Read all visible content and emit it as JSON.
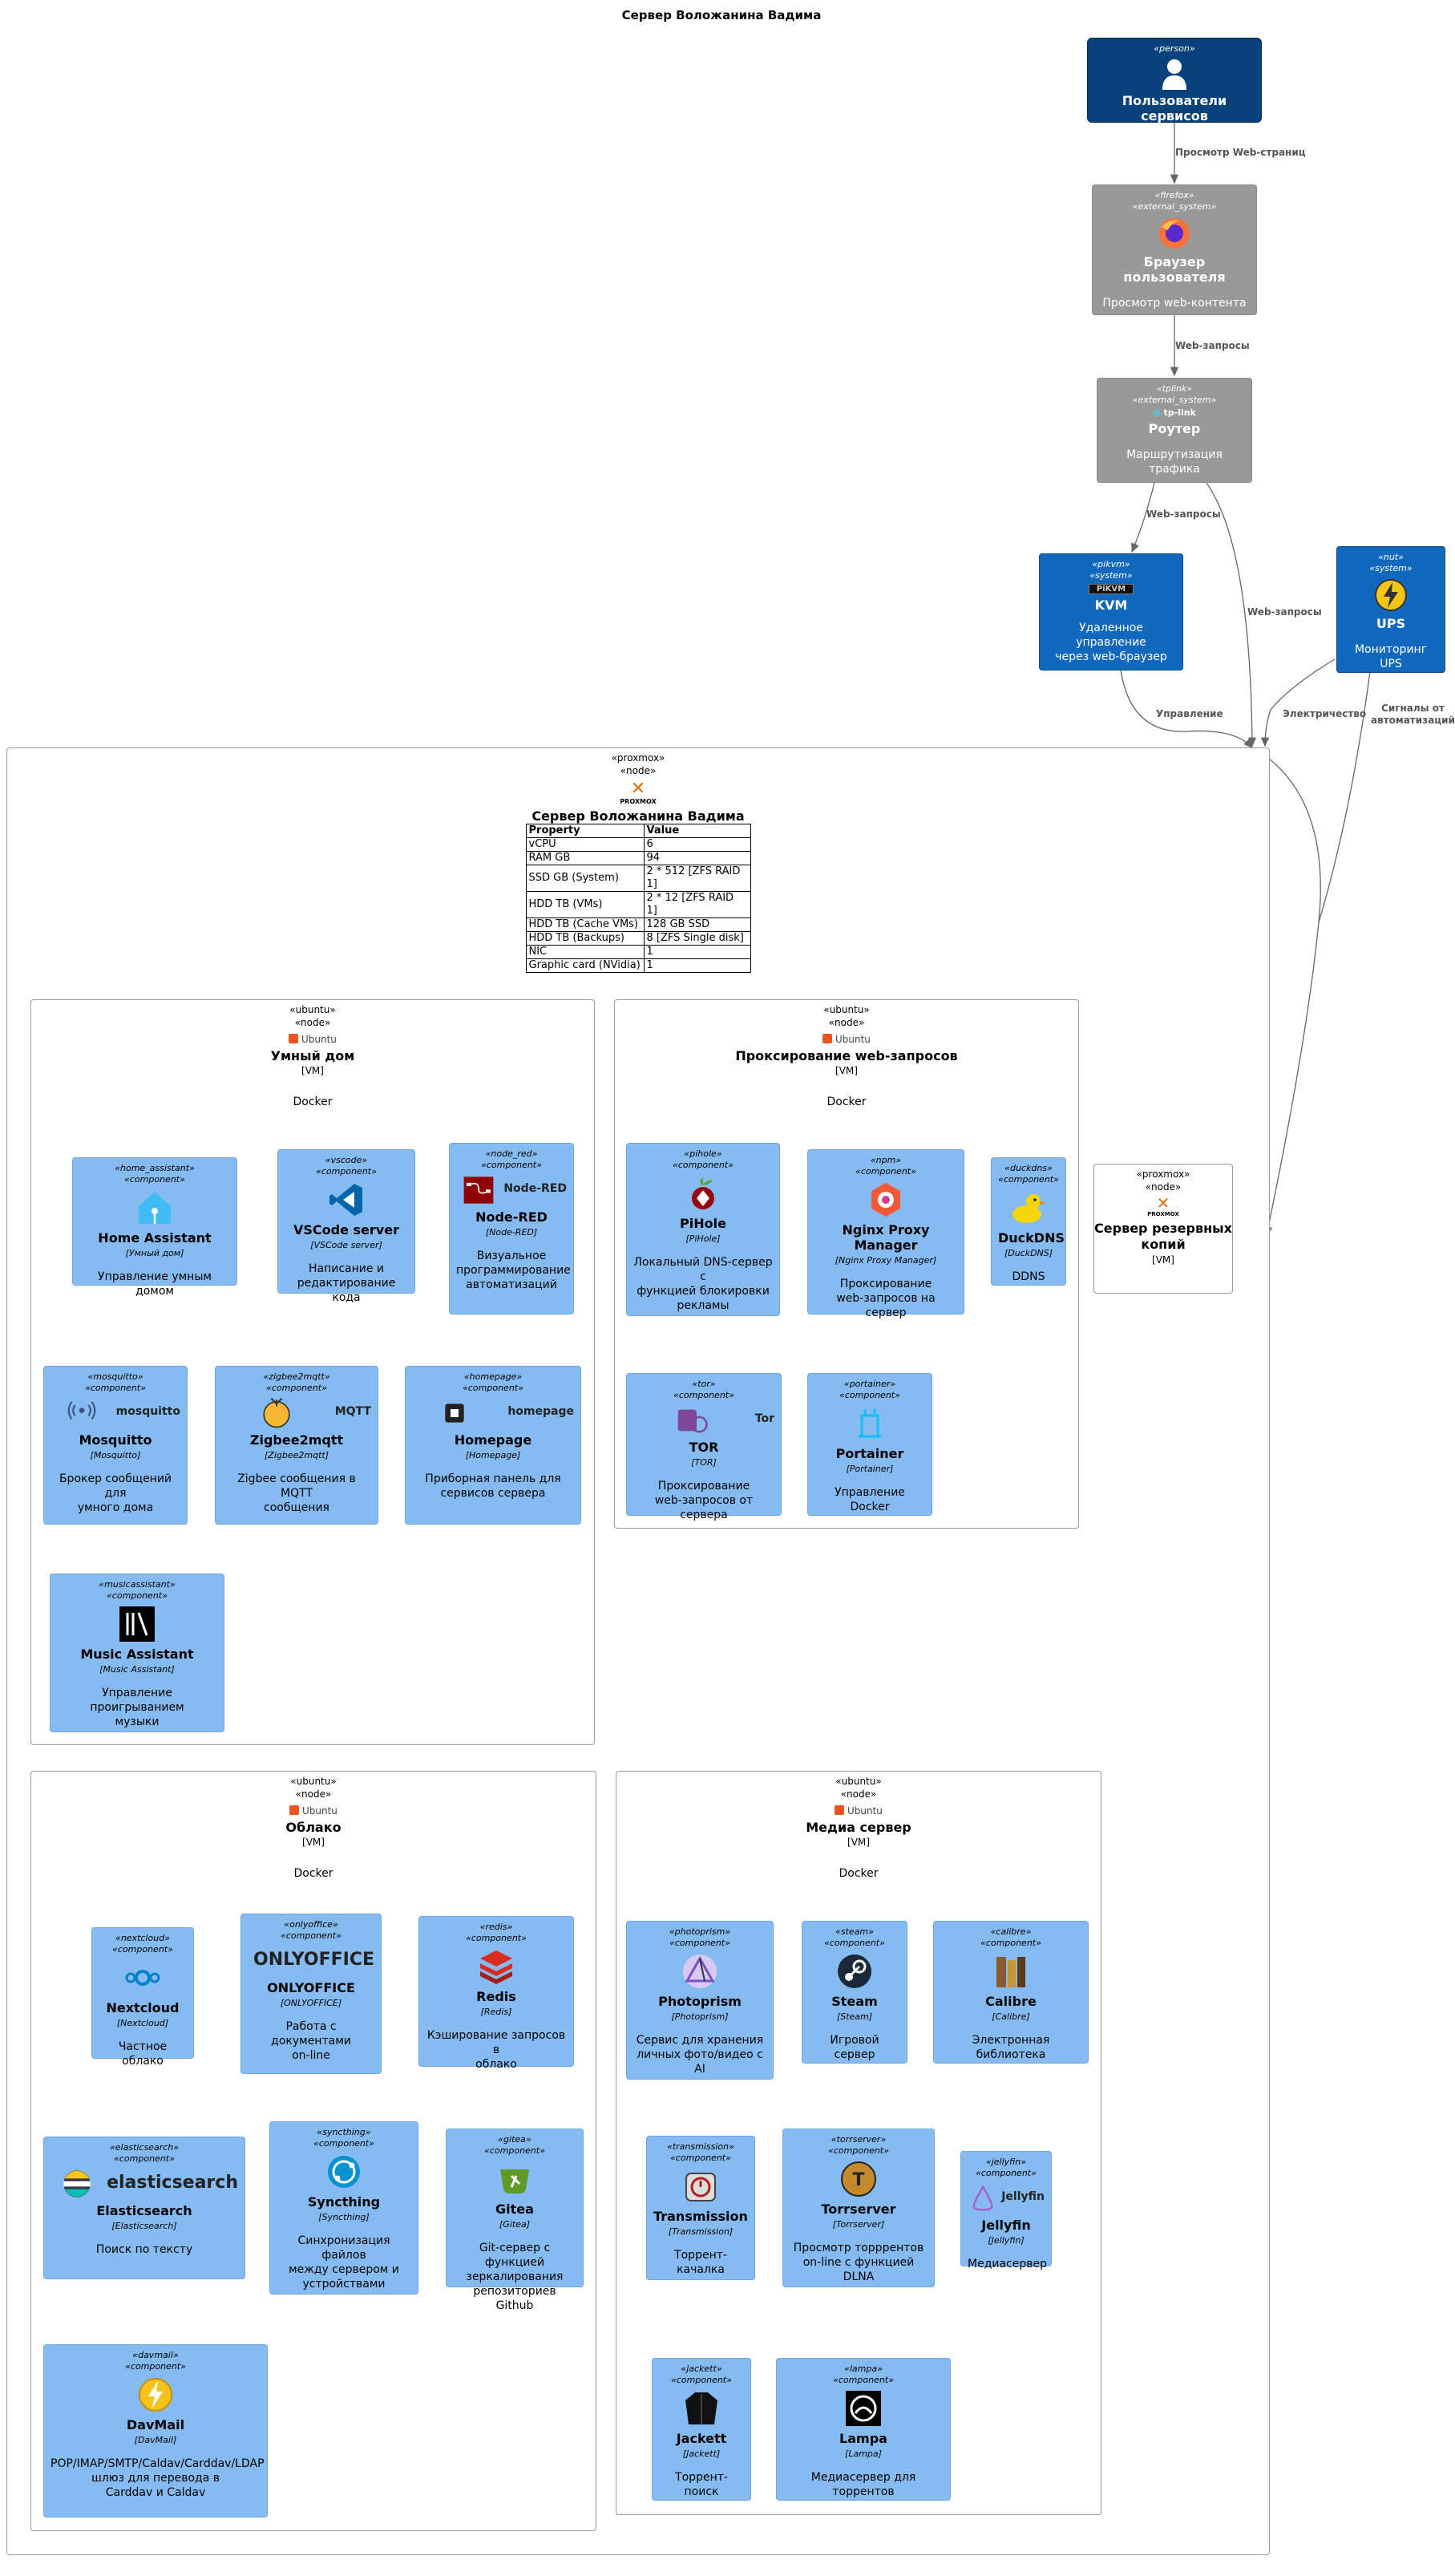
{
  "title": "Сервер Воложанина Вадима",
  "users": {
    "stereo": "«person»",
    "name": "Пользователи сервисов"
  },
  "browser": {
    "stereo": [
      "«firefox»",
      "«external_system»"
    ],
    "name": "Браузер пользователя",
    "desc": "Просмотр web-контента"
  },
  "router": {
    "stereo": [
      "«tplink»",
      "«external_system»"
    ],
    "logo": "tp-link",
    "name": "Роутер",
    "desc": "Маршрутизация трафика"
  },
  "kvm": {
    "stereo": [
      "«pikvm»",
      "«system»"
    ],
    "logo": "PiKVM",
    "name": "KVM",
    "desc": [
      "Удаленное управление",
      "через web-браузер"
    ]
  },
  "ups": {
    "stereo": [
      "«nut»",
      "«system»"
    ],
    "name": "UPS",
    "desc": "Мониторинг UPS"
  },
  "edges": {
    "view_web": "Просмотр Web-страниц",
    "web_req1": "Web-запросы",
    "web_req2": "Web-запросы",
    "web_req3": "Web-запросы",
    "control": "Управление",
    "power": "Электричество",
    "signals": [
      "Сигналы от",
      "автоматизаций"
    ]
  },
  "proxmox": {
    "stereo": [
      "«proxmox»",
      "«node»"
    ],
    "logo": "PROXMOX",
    "name": "Сервер Воложанина Вадима",
    "table_head": [
      "Property",
      "Value"
    ],
    "table": [
      [
        "vCPU",
        "6"
      ],
      [
        "RAM GB",
        "94"
      ],
      [
        "SSD GB (System)",
        "2 * 512 [ZFS RAID 1]"
      ],
      [
        "HDD TB (VMs)",
        "2 * 12 [ZFS RAID 1]"
      ],
      [
        "HDD TB (Cache VMs)",
        "128 GB SSD"
      ],
      [
        "HDD TB (Backups)",
        "8 [ZFS Single disk]"
      ],
      [
        "NIC",
        "1"
      ],
      [
        "Graphic card (NVidia)",
        "1"
      ]
    ]
  },
  "backup": {
    "stereo": [
      "«proxmox»",
      "«node»"
    ],
    "logo": "PROXMOX",
    "name": [
      "Сервер резервных",
      "копий"
    ],
    "type": "[VM]"
  },
  "vms": [
    {
      "stereo": [
        "«ubuntu»",
        "«node»"
      ],
      "logo": "Ubuntu",
      "name": "Умный дом",
      "type": "[VM]",
      "docker": "Docker"
    },
    {
      "stereo": [
        "«ubuntu»",
        "«node»"
      ],
      "logo": "Ubuntu",
      "name": "Проксирование web-запросов",
      "type": "[VM]",
      "docker": "Docker"
    },
    {
      "stereo": [
        "«ubuntu»",
        "«node»"
      ],
      "logo": "Ubuntu",
      "name": "Облако",
      "type": "[VM]",
      "docker": "Docker"
    },
    {
      "stereo": [
        "«ubuntu»",
        "«node»"
      ],
      "logo": "Ubuntu",
      "name": "Медиа сервер",
      "type": "[VM]",
      "docker": "Docker"
    }
  ],
  "components": [
    {
      "stereo": [
        "«home_assistant»",
        "«component»"
      ],
      "name": "Home Assistant",
      "tech": "[Умный дом]",
      "desc": [
        "Управление умным домом"
      ],
      "icon": "home-assistant-icon",
      "color": "#41bdf5"
    },
    {
      "stereo": [
        "«vscode»",
        "«component»"
      ],
      "name": "VSCode server",
      "tech": "[VSCode server]",
      "desc": [
        "Написание и",
        "редактирование кода"
      ],
      "icon": "vscode-icon",
      "color": "#0065a9"
    },
    {
      "stereo": [
        "«node_red»",
        "«component»"
      ],
      "name": "Node-RED",
      "tech": "[Node-RED]",
      "desc": [
        "Визуальное",
        "программирование",
        "автоматизаций"
      ],
      "icon": "node-red-icon",
      "color": "#8f0000",
      "logo": "Node-RED"
    },
    {
      "stereo": [
        "«mosquitto»",
        "«component»"
      ],
      "name": "Mosquitto",
      "tech": "[Mosquitto]",
      "desc": [
        "Брокер сообщений для",
        "умного дома"
      ],
      "icon": "mosquitto-icon",
      "color": "#3c5280",
      "logo": "mosquitto"
    },
    {
      "stereo": [
        "«zigbee2mqtt»",
        "«component»"
      ],
      "name": "Zigbee2mqtt",
      "tech": "[Zigbee2mqtt]",
      "desc": [
        "Zigbee сообщения в MQTT",
        "сообщения"
      ],
      "icon": "zigbee2mqtt-icon",
      "color": "#f5b731",
      "logo": "MQTT"
    },
    {
      "stereo": [
        "«homepage»",
        "«component»"
      ],
      "name": "Homepage",
      "tech": "[Homepage]",
      "desc": [
        "Приборная панель для",
        "сервисов сервера"
      ],
      "icon": "homepage-icon",
      "color": "#222222",
      "logo": "homepage"
    },
    {
      "stereo": [
        "«musicassistant»",
        "«component»"
      ],
      "name": "Music Assistant",
      "tech": "[Music Assistant]",
      "desc": [
        "Управление проигрыванием",
        "музыки"
      ],
      "icon": "music-assistant-icon",
      "color": "#000000"
    },
    {
      "stereo": [
        "«pihole»",
        "«component»"
      ],
      "name": "PiHole",
      "tech": "[PiHole]",
      "desc": [
        "Локальный DNS-сервер с",
        "функцией блокировки",
        "рекламы"
      ],
      "icon": "pihole-icon",
      "color": "#96060c"
    },
    {
      "stereo": [
        "«npm»",
        "«component»"
      ],
      "name": "Nginx Proxy Manager",
      "tech": "[Nginx Proxy Manager]",
      "desc": [
        "Проксирование",
        "web-запросов на сервер"
      ],
      "icon": "nginx-proxy-manager-icon",
      "color": "#f15833"
    },
    {
      "stereo": [
        "«duckdns»",
        "«component»"
      ],
      "name": "DuckDNS",
      "tech": "[DuckDNS]",
      "desc": [
        "DDNS"
      ],
      "icon": "duck-icon",
      "color": "#f5d50a"
    },
    {
      "stereo": [
        "«tor»",
        "«component»"
      ],
      "name": "TOR",
      "tech": "[TOR]",
      "desc": [
        "Проксирование",
        "web-запросов от сервера"
      ],
      "icon": "tor-icon",
      "color": "#7e4798",
      "logo": "Tor"
    },
    {
      "stereo": [
        "«portainer»",
        "«component»"
      ],
      "name": "Portainer",
      "tech": "[Portainer]",
      "desc": [
        "Управление Docker"
      ],
      "icon": "portainer-icon",
      "color": "#13bef9"
    },
    {
      "stereo": [
        "«nextcloud»",
        "«component»"
      ],
      "name": "Nextcloud",
      "tech": "[Nextcloud]",
      "desc": [
        "Частное облако"
      ],
      "icon": "nextcloud-icon",
      "color": "#0082c9"
    },
    {
      "stereo": [
        "«onlyoffice»",
        "«component»"
      ],
      "name": "ONLYOFFICE",
      "tech": "[ONLYOFFICE]",
      "desc": [
        "Работа с документами",
        "on-line"
      ],
      "icon": "onlyoffice-icon",
      "color": "#ff6f3d",
      "logo": "ONLYOFFICE"
    },
    {
      "stereo": [
        "«redis»",
        "«component»"
      ],
      "name": "Redis",
      "tech": "[Redis]",
      "desc": [
        "Кэширование запросов в",
        "облако"
      ],
      "icon": "redis-icon",
      "color": "#d82c20"
    },
    {
      "stereo": [
        "«elasticsearch»",
        "«component»"
      ],
      "name": "Elasticsearch",
      "tech": "[Elasticsearch]",
      "desc": [
        "Поиск по тексту"
      ],
      "icon": "elasticsearch-icon",
      "color": "#00bfb3",
      "logo": "elasticsearch"
    },
    {
      "stereo": [
        "«syncthing»",
        "«component»"
      ],
      "name": "Syncthing",
      "tech": "[Syncthing]",
      "desc": [
        "Синхронизация файлов",
        "между сервером и",
        "устройствами"
      ],
      "icon": "syncthing-icon",
      "color": "#0891d1"
    },
    {
      "stereo": [
        "«gitea»",
        "«component»"
      ],
      "name": "Gitea",
      "tech": "[Gitea]",
      "desc": [
        "Git-сервер с функцией",
        "зеркалирования",
        "репозиториев Github"
      ],
      "icon": "gitea-icon",
      "color": "#609926"
    },
    {
      "stereo": [
        "«davmail»",
        "«component»"
      ],
      "name": "DavMail",
      "tech": "[DavMail]",
      "desc": [
        "POP/IMAP/SMTP/Caldav/Carddav/LDAP",
        "шлюз для перевода в",
        "Carddav и Caldav"
      ],
      "icon": "davmail-icon",
      "color": "#f8c21c"
    },
    {
      "stereo": [
        "«photoprism»",
        "«component»"
      ],
      "name": "Photoprism",
      "tech": "[Photoprism]",
      "desc": [
        "Сервис для хранения",
        "личных фото/видео с AI"
      ],
      "icon": "photoprism-icon",
      "color": "#7a4fc9"
    },
    {
      "stereo": [
        "«steam»",
        "«component»"
      ],
      "name": "Steam",
      "tech": "[Steam]",
      "desc": [
        "Игровой сервер"
      ],
      "icon": "steam-icon",
      "color": "#1b2838"
    },
    {
      "stereo": [
        "«calibre»",
        "«component»"
      ],
      "name": "Calibre",
      "tech": "[Calibre]",
      "desc": [
        "Электронная библиотека"
      ],
      "icon": "calibre-icon",
      "color": "#8a5a2b"
    },
    {
      "stereo": [
        "«transmission»",
        "«component»"
      ],
      "name": "Transmission",
      "tech": "[Transmission]",
      "desc": [
        "Торрент-качалка"
      ],
      "icon": "transmission-icon",
      "color": "#b51d1d"
    },
    {
      "stereo": [
        "«torrserver»",
        "«component»"
      ],
      "name": "Torrserver",
      "tech": "[Torrserver]",
      "desc": [
        "Просмотр торррентов",
        "on-line с функцией DLNA"
      ],
      "icon": "torrserver-icon",
      "color": "#c58a2c"
    },
    {
      "stereo": [
        "«jellyfin»",
        "«component»"
      ],
      "name": "Jellyfin",
      "tech": "[Jellyfin]",
      "desc": [
        "Медиасервер"
      ],
      "icon": "jellyfin-icon",
      "color": "#aa5cc3",
      "logo": "Jellyfin"
    },
    {
      "stereo": [
        "«jackett»",
        "«component»"
      ],
      "name": "Jackett",
      "tech": "[Jackett]",
      "desc": [
        "Торрент-поиск"
      ],
      "icon": "jackett-icon",
      "color": "#000000"
    },
    {
      "stereo": [
        "«lampa»",
        "«component»"
      ],
      "name": "Lampa",
      "tech": "[Lampa]",
      "desc": [
        "Медиасервер для торрентов"
      ],
      "icon": "lampa-icon",
      "color": "#000000"
    }
  ]
}
